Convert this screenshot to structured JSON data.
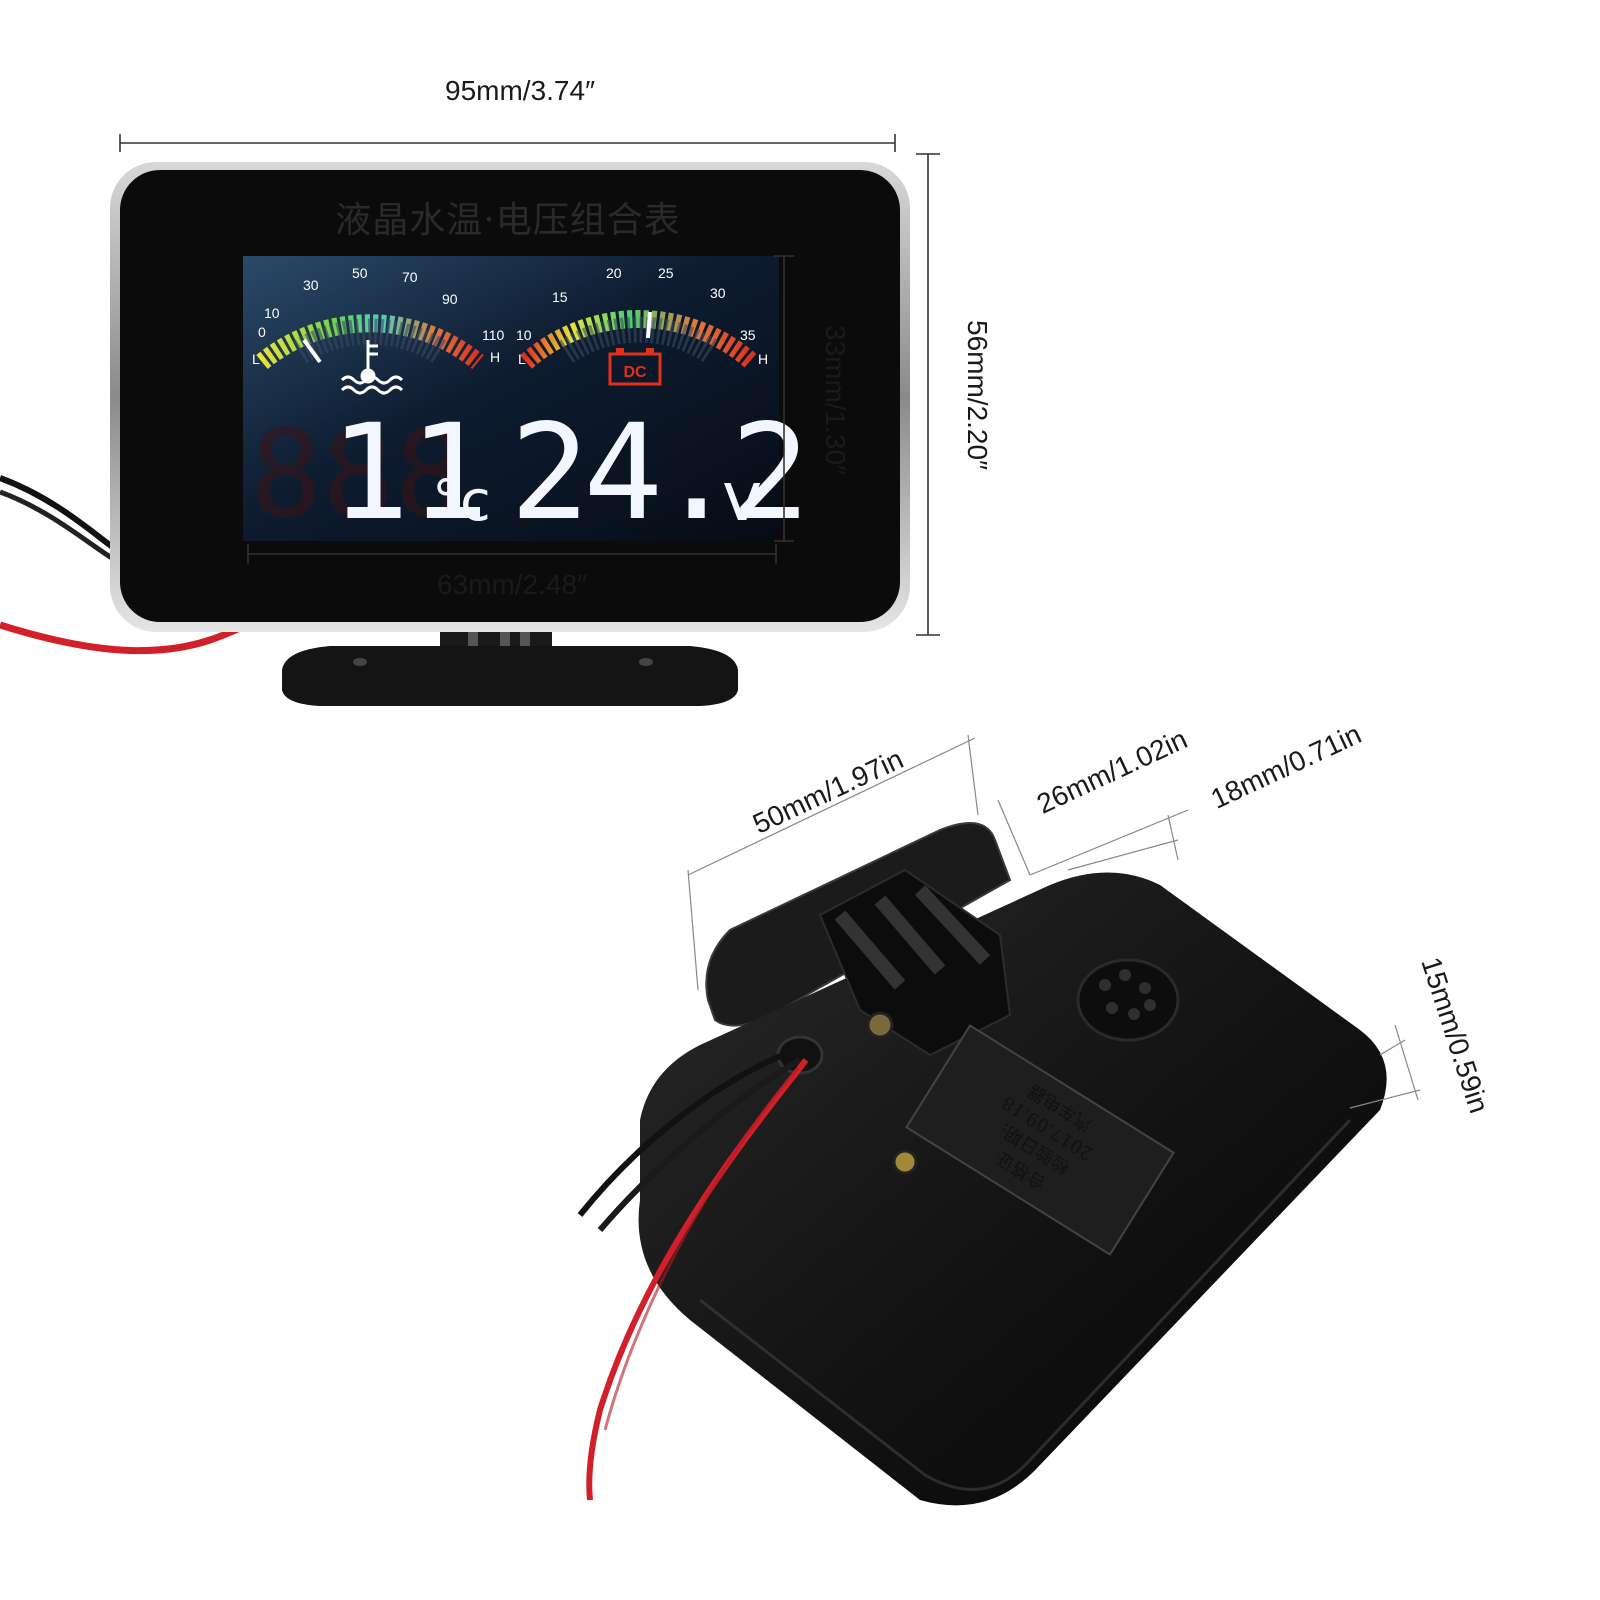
{
  "dimensions": {
    "width_total": "95mm/3.74″",
    "height_total": "56mm/2.20″",
    "screen_height": "33mm/1.30″",
    "screen_width": "63mm/2.48″",
    "back_depth_top": "50mm/1.97in",
    "bracket_depth": "26mm/1.02in",
    "housing_depth": "18mm/0.71in",
    "housing_thickness": "15mm/0.59in"
  },
  "front_panel": {
    "title": "液晶水温·电压组合表",
    "temp_scale": [
      "L",
      "0",
      "10",
      "30",
      "50",
      "70",
      "90",
      "110",
      "H"
    ],
    "volt_scale": [
      "L",
      "10",
      "15",
      "20",
      "25",
      "30",
      "35",
      "H"
    ],
    "battery_badge": "DC",
    "temp_value": "11",
    "temp_unit": "°c",
    "volt_value": "24.2",
    "volt_unit": "v"
  },
  "back_label": {
    "heading": "合格证",
    "date": "2017.09.18",
    "line1": "检验日期:",
    "line2": "汽车电器"
  },
  "colors": {
    "screen_bg": "#0c1626",
    "digit": "#f2f6ff",
    "gauge_red": "#e0301e",
    "gauge_yellow": "#e8e23a",
    "gauge_green": "#4cd36a",
    "wire_red": "#d2202a",
    "wire_black": "#111111"
  }
}
